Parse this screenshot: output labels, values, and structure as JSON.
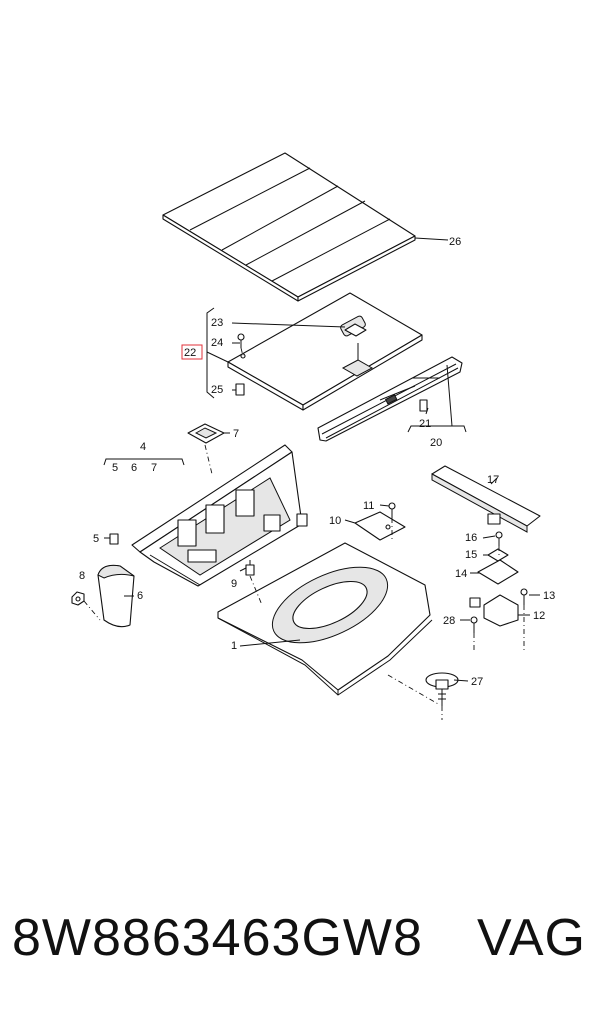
{
  "diagram": {
    "callouts": {
      "c1": "1",
      "c4": "4",
      "c5a": "5",
      "c5b": "5",
      "c6a": "6",
      "c6b": "6",
      "c7a": "7",
      "c7b": "7",
      "c8": "8",
      "c9": "9",
      "c10": "10",
      "c11": "11",
      "c12": "12",
      "c13": "13",
      "c14": "14",
      "c15": "15",
      "c16": "16",
      "c17": "17",
      "c20": "20",
      "c21": "21",
      "c22": "22",
      "c23": "23",
      "c24": "24",
      "c25": "25",
      "c26": "26",
      "c27": "27",
      "c28": "28"
    },
    "highlight_color": "#e0303a"
  },
  "footer": {
    "part_number": "8W8863463GW8",
    "brand": "VAG"
  }
}
